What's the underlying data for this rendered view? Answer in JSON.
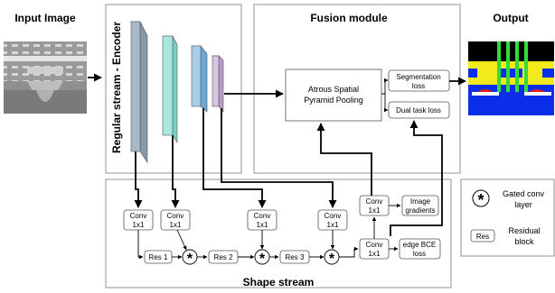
{
  "headers": {
    "input_image": "Input Image",
    "fusion_module": "Fusion module",
    "output": "Output",
    "encoder": "Regular stream - Encoder",
    "shape_stream": "Shape stream"
  },
  "aspp": {
    "line1": "Atrous Spatial",
    "line2": "Pyramid Pooling"
  },
  "losses": {
    "segmentation_line1": "Segmentation",
    "segmentation_line2": "loss",
    "dual_task": "Dual task loss",
    "edge_line1": "edge  BCE",
    "edge_line2": "loss"
  },
  "conv": {
    "line1": "Conv",
    "line2": "1x1"
  },
  "res_blocks": [
    "Res 1",
    "Res 2",
    "Res 3"
  ],
  "image_gradients": {
    "line1": "Image",
    "line2": "gradients"
  },
  "legend": {
    "gated_line1": "Gated conv",
    "gated_line2": "layer",
    "res_box": "Res",
    "residual_line1": "Residual",
    "residual_line2": "block",
    "gated_symbol": "*"
  },
  "colors": {
    "encoder_block_1": "#a9b9c7",
    "encoder_block_2": "#a8e6df",
    "encoder_block_3": "#a8cde9",
    "encoder_block_4": "#d8c6e4",
    "output_background": "#0b2ee8",
    "output_top": "#000000",
    "output_yellow": "#f2ea1c",
    "output_green": "#2fdc3a",
    "output_red": "#e02020"
  }
}
